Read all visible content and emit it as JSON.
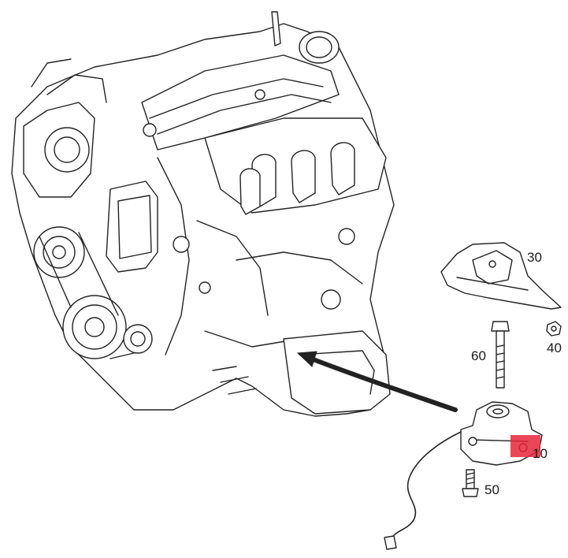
{
  "callouts": {
    "part_10": "10",
    "part_30": "30",
    "part_40": "40",
    "part_50": "50",
    "part_60": "60"
  },
  "colors": {
    "line": "#222222",
    "highlight": "#e8263a",
    "background": "#ffffff"
  }
}
